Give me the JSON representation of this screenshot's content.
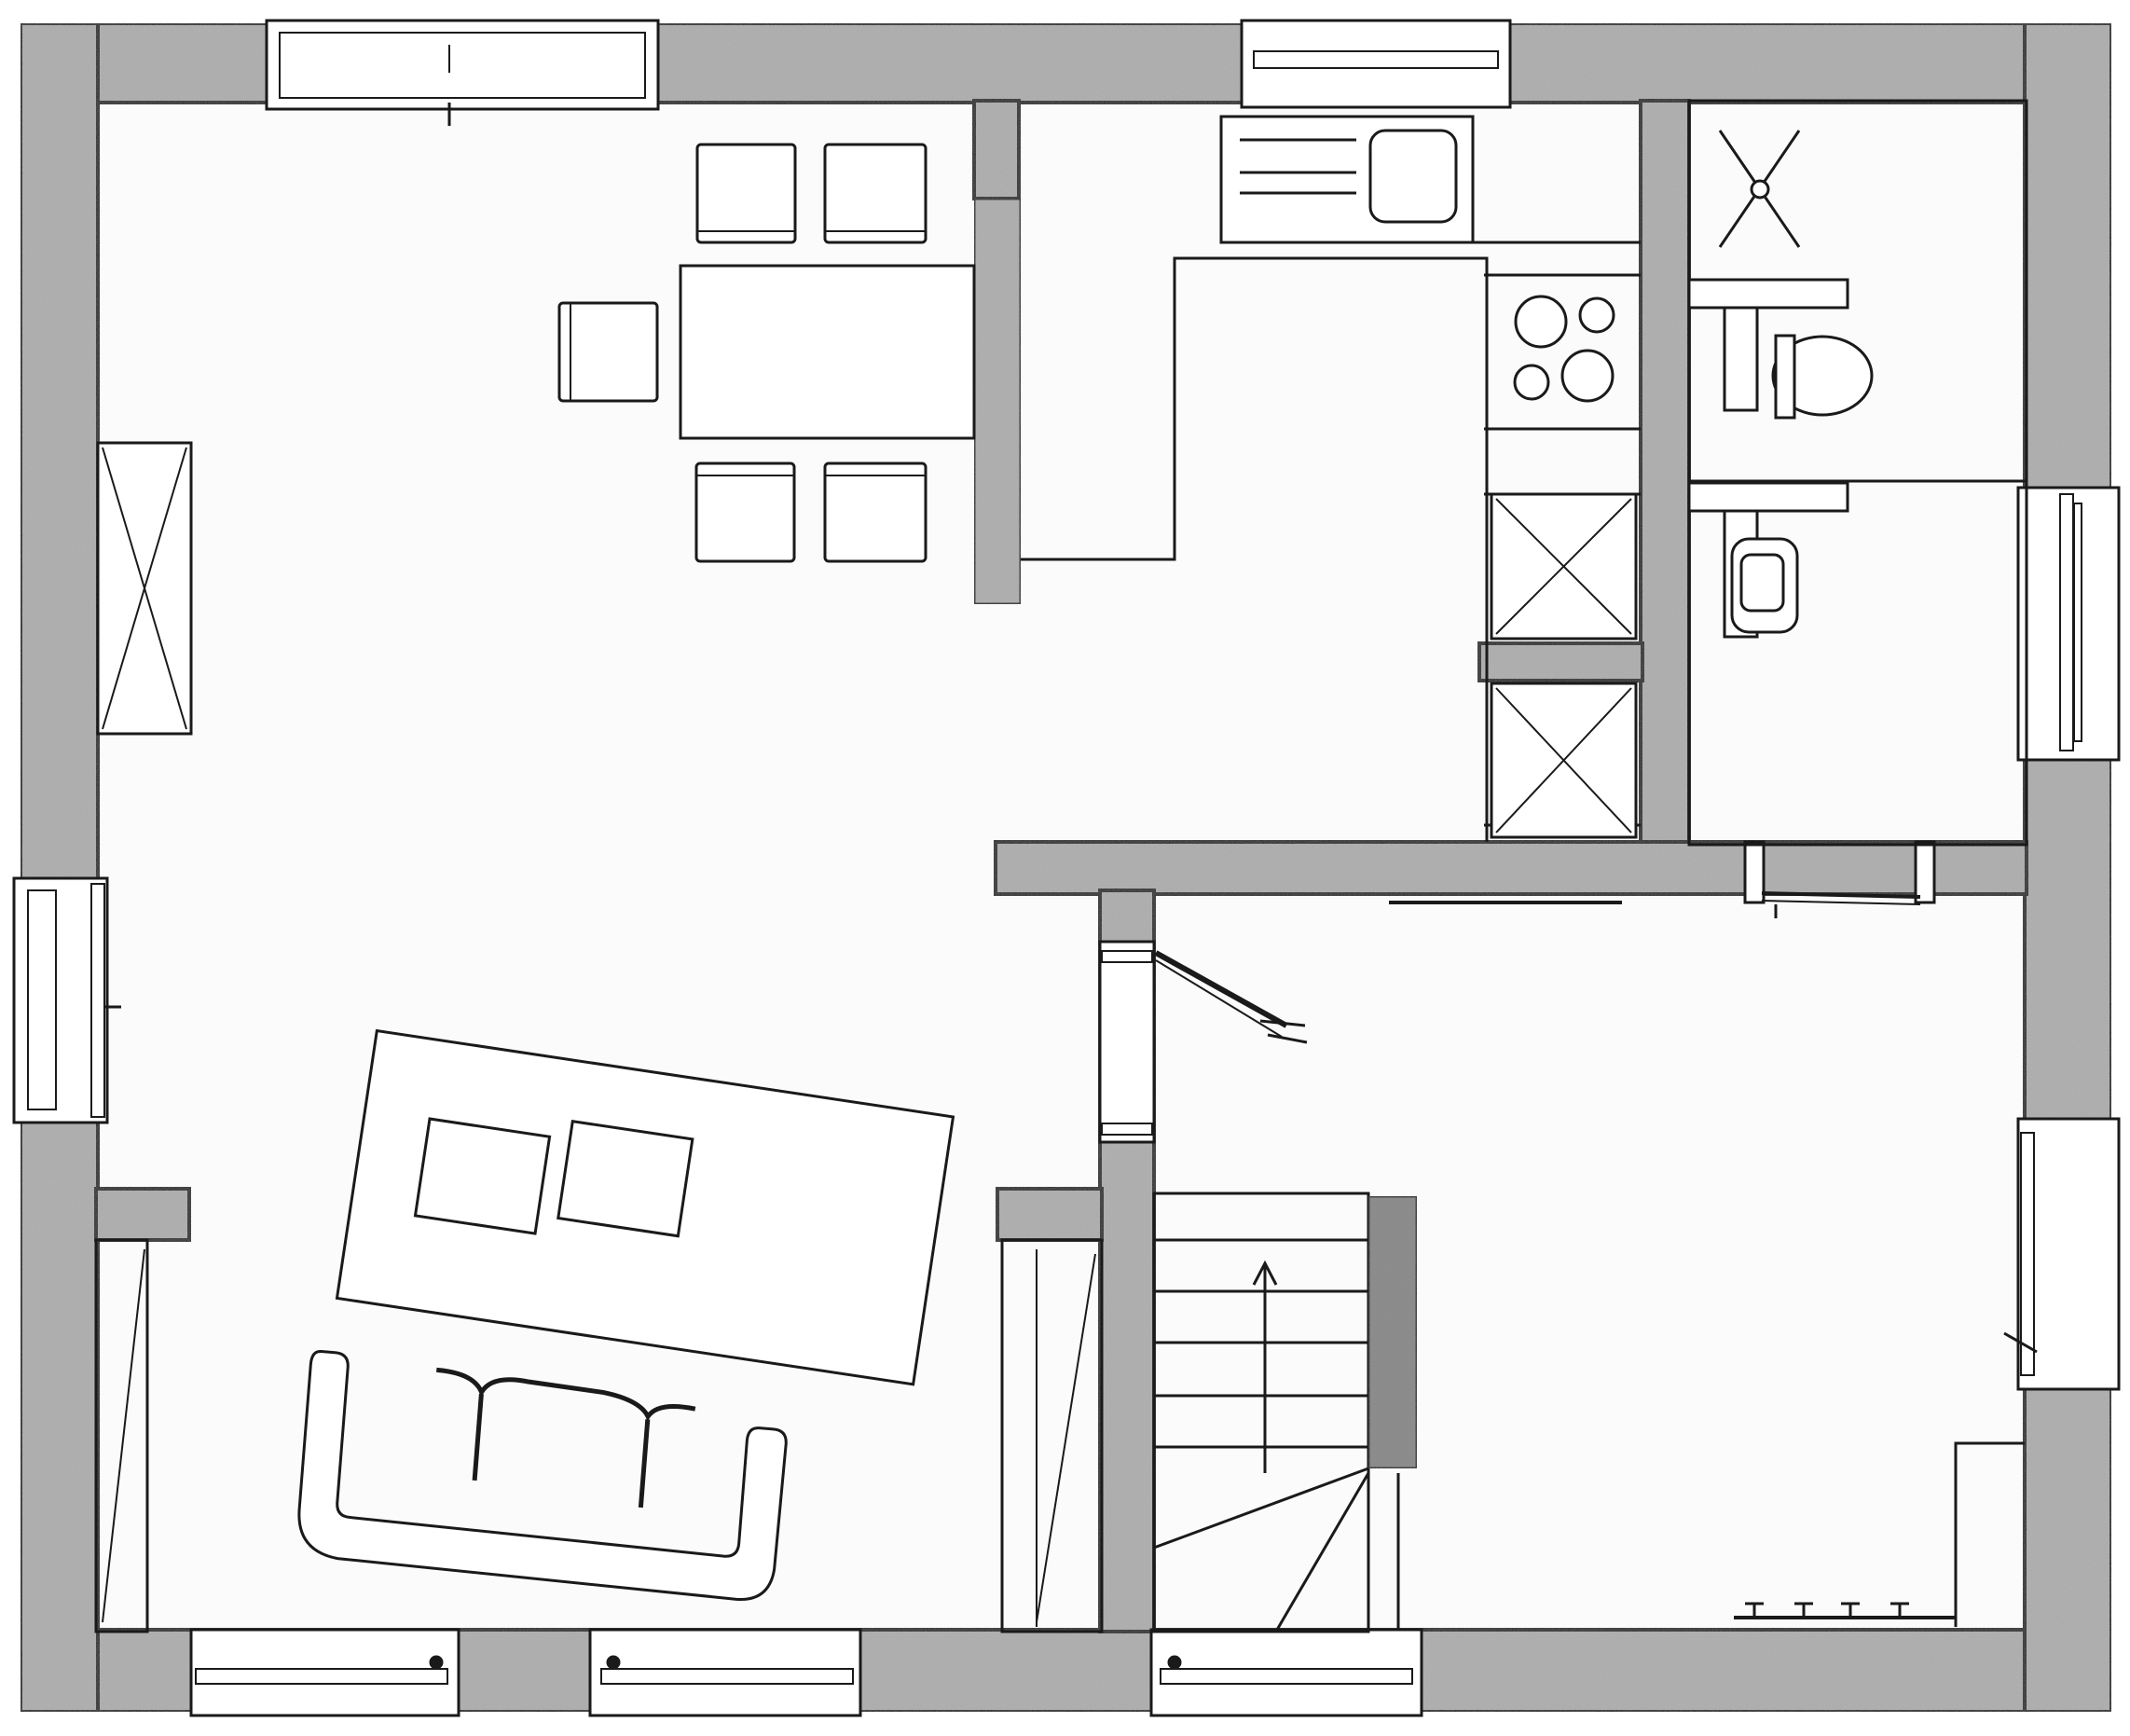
{
  "diagram": {
    "kind": "architectural floor plan",
    "colors": {
      "paper": "#ffffff",
      "wall_fill": "#b3b3b3",
      "wall_stroke": "#1a1a1a",
      "line": "#1a1a1a",
      "floor": "#fbfbfb"
    },
    "rooms": [
      "living-dining",
      "kitchen",
      "shower-room",
      "toilet-room",
      "hallway",
      "staircase"
    ],
    "fixtures": [
      "dining-table",
      "dining-chairs",
      "kitchen-sink",
      "cooktop",
      "shower-tray",
      "toilet",
      "washbasin",
      "sofa",
      "coffee-table",
      "cabinets",
      "radiators",
      "coat-hooks"
    ],
    "stair": {
      "direction": "up"
    }
  }
}
